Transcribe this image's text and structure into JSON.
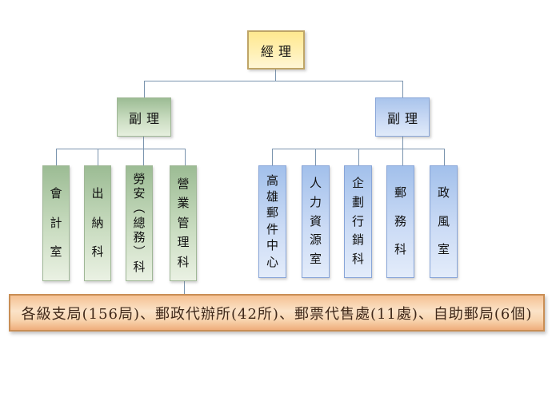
{
  "org_chart": {
    "title": "post-office-organization-chart",
    "manager": {
      "label": "經理"
    },
    "deputy_left": {
      "label": "副理"
    },
    "deputy_right": {
      "label": "副理"
    },
    "left_departments": [
      {
        "label": "會計室"
      },
      {
        "label": "出納科"
      },
      {
        "label": "勞安(總務)科"
      },
      {
        "label": "營業管理科"
      }
    ],
    "right_departments": [
      {
        "label": "高雄郵件中心"
      },
      {
        "label": "人力資源室"
      },
      {
        "label": "企劃行銷科"
      },
      {
        "label": "郵務科"
      },
      {
        "label": "政風室"
      }
    ],
    "footer": {
      "label": "各級支局(156局)、郵政代辦所(42所)、郵票代售處(11處)、自助郵局(6個)"
    }
  },
  "colors": {
    "manager_fill_top": "#FFE88F",
    "manager_border": "#BFA567",
    "left_branch_fill_top": "#9CBC94",
    "left_branch_border": "#9FB796",
    "right_branch_fill_top": "#A2C0EB",
    "right_branch_border": "#88A5D8",
    "footer_fill_top": "#F5C193",
    "footer_border": "#C98E55",
    "connector_line": "#7A94AE",
    "background": "#FFFFFF"
  }
}
